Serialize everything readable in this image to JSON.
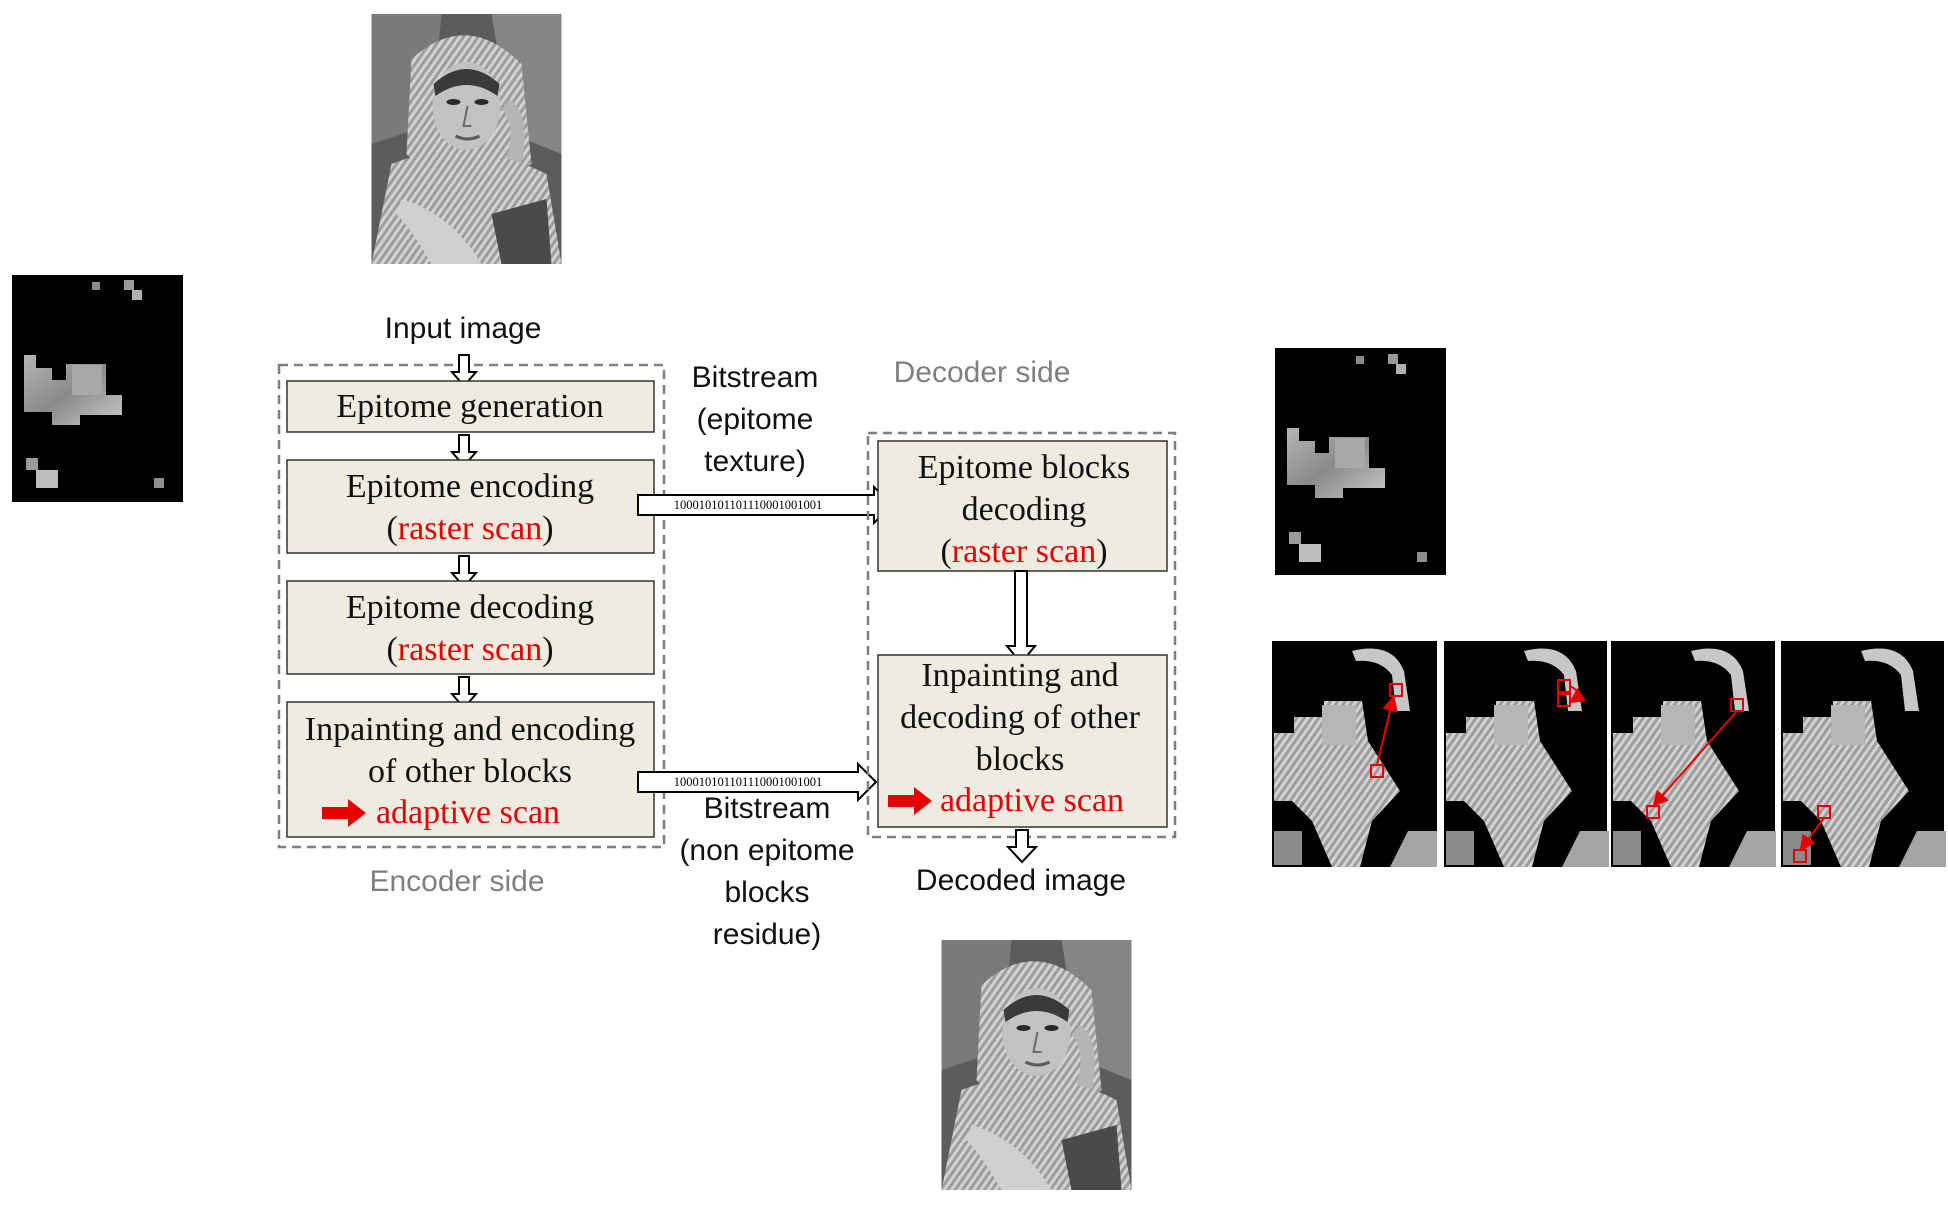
{
  "colors": {
    "box_fill": "#eeebe1",
    "box_border": "#333333",
    "dashed_border": "#7f7f7f",
    "highlight": "#e60000",
    "side_label": "#7f7f7f"
  },
  "input_label": "Input image",
  "decoded_label": "Decoded image",
  "encoder": {
    "side_label": "Encoder side",
    "generation": {
      "label": "Epitome generation"
    },
    "encoding": {
      "line1": "Epitome encoding",
      "scan": "raster scan"
    },
    "decoding": {
      "line1": "Epitome decoding",
      "scan": "raster scan"
    },
    "inpainting": {
      "line1": "Inpainting and encoding",
      "line2": "of other blocks",
      "scan": "adaptive scan"
    }
  },
  "decoder": {
    "side_label": "Decoder side",
    "epitome_blocks": {
      "line1": "Epitome blocks",
      "line2": "decoding",
      "scan": "raster scan"
    },
    "inpainting": {
      "line1": "Inpainting and",
      "line2": "decoding of other",
      "line3": "blocks",
      "scan": "adaptive scan"
    }
  },
  "bitstream_epitome": {
    "line1": "Bitstream",
    "line2": "(epitome",
    "line3": "texture)"
  },
  "bitstream_residue": {
    "line1": "Bitstream",
    "line2": "(non epitome",
    "line3": "blocks",
    "line4": "residue)"
  },
  "bits": "100010101101110001001001",
  "icons": {
    "input_photo": "input-photo",
    "decoded_photo": "decoded-photo",
    "epitome_mask": "epitome-mask-thumbnail",
    "scan_frames": "adaptive-scan-frames",
    "scan_arrow": "red-right-arrow-icon"
  }
}
